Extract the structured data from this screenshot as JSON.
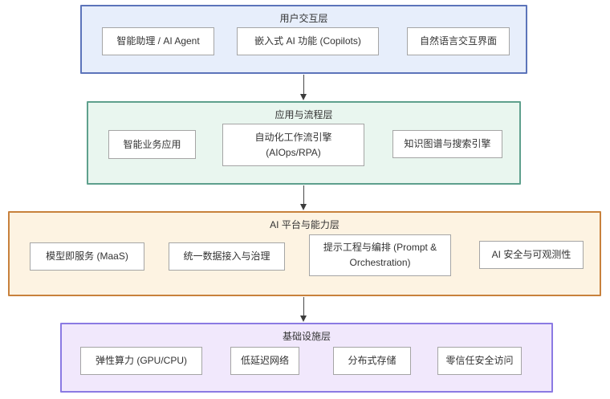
{
  "diagram": {
    "type": "layered-architecture",
    "layers": [
      {
        "title": "用户交互层",
        "fill": "#e7eefb",
        "border": "#5c74ba",
        "boxes": [
          {
            "label": "智能助理 / AI Agent"
          },
          {
            "label": "嵌入式 AI 功能 (Copilots)"
          },
          {
            "label": "自然语言交互界面"
          }
        ]
      },
      {
        "title": "应用与流程层",
        "fill": "#e9f6ef",
        "border": "#5ea08d",
        "boxes": [
          {
            "label": "智能业务应用"
          },
          {
            "label": "自动化工作流引擎 (AIOps/RPA)"
          },
          {
            "label": "知识图谱与搜索引擎"
          }
        ]
      },
      {
        "title": "AI 平台与能力层",
        "fill": "#fdf3e2",
        "border": "#c8813c",
        "boxes": [
          {
            "label": "模型即服务 (MaaS)"
          },
          {
            "label": "统一数据接入与治理"
          },
          {
            "label": "提示工程与编排 (Prompt & Orchestration)"
          },
          {
            "label": "AI 安全与可观测性"
          }
        ]
      },
      {
        "title": "基础设施层",
        "fill": "#f1e8fc",
        "border": "#8b7ae3",
        "boxes": [
          {
            "label": "弹性算力 (GPU/CPU)"
          },
          {
            "label": "低延迟网络"
          },
          {
            "label": "分布式存储"
          },
          {
            "label": "零信任安全访问"
          }
        ]
      }
    ],
    "connectors": [
      {
        "from": "用户交互层",
        "to": "应用与流程层",
        "style": "arrow-down"
      },
      {
        "from": "应用与流程层",
        "to": "AI 平台与能力层",
        "style": "arrow-down"
      },
      {
        "from": "AI 平台与能力层",
        "to": "基础设施层",
        "style": "arrow-down"
      }
    ]
  }
}
